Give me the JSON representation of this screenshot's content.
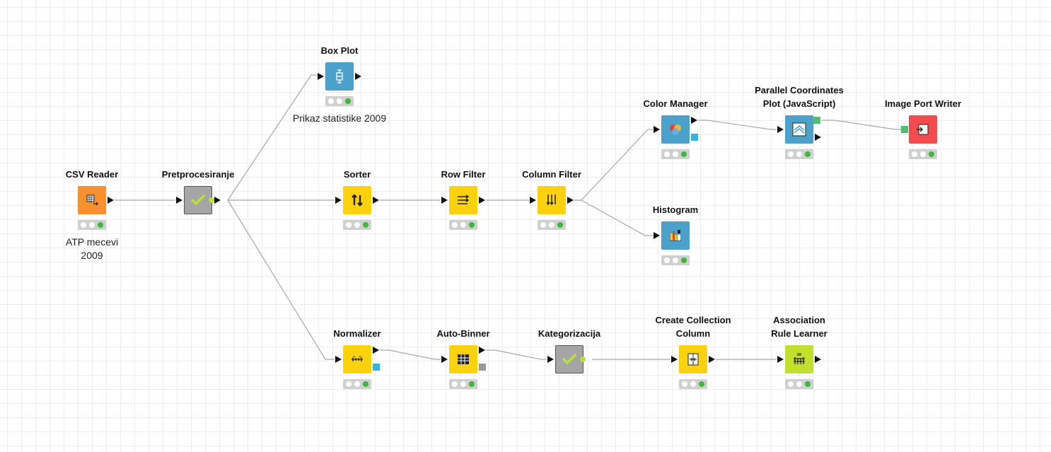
{
  "colors": {
    "canvas_bg": "#ffffff",
    "grid_line": "#ececec",
    "connection": "#a8a8a8",
    "source_orange": "#f7902f",
    "manipulator_yellow": "#fcd20e",
    "visualizer_blue": "#4ba1c9",
    "sink_red": "#f24d4c",
    "learner_lime": "#c2df2e",
    "metanode_gray": "#a5a5a5",
    "status_ok_green": "#3fb63c",
    "flow_var_green": "#4dbf73",
    "model_cyan": "#32b6dd",
    "config_gray": "#999999"
  },
  "nodes": {
    "csv_reader": {
      "title": "CSV Reader",
      "annotation": [
        "ATP mecevi",
        "2009"
      ],
      "icon": "table-reader-icon",
      "status": "executed"
    },
    "pretprocesiranje": {
      "title": "Pretprocesiranje",
      "icon": "checkmark-icon",
      "kind": "metanode"
    },
    "box_plot": {
      "title": "Box Plot",
      "annotation": [
        "Prikaz statistike 2009"
      ],
      "icon": "box-plot-icon",
      "status": "executed"
    },
    "sorter": {
      "title": "Sorter",
      "icon": "sort-arrows-icon",
      "status": "executed"
    },
    "row_filter": {
      "title": "Row Filter",
      "icon": "row-filter-icon",
      "status": "executed"
    },
    "column_filter": {
      "title": "Column Filter",
      "icon": "column-filter-icon",
      "status": "executed"
    },
    "color_manager": {
      "title": "Color Manager",
      "icon": "color-circles-icon",
      "status": "executed"
    },
    "parallel_coordinates": {
      "title": [
        "Parallel Coordinates",
        "Plot (JavaScript)"
      ],
      "icon": "parallel-coordinates-icon",
      "status": "executed"
    },
    "image_port_writer": {
      "title": "Image Port Writer",
      "icon": "image-writer-icon",
      "status": "executed"
    },
    "histogram": {
      "title": "Histogram",
      "icon": "histogram-icon",
      "status": "executed"
    },
    "normalizer": {
      "title": "Normalizer",
      "icon": "normalizer-icon",
      "status": "executed"
    },
    "auto_binner": {
      "title": "Auto-Binner",
      "icon": "binner-icon",
      "status": "executed"
    },
    "kategorizacija": {
      "title": "Kategorizacija",
      "icon": "checkmark-icon",
      "kind": "metanode"
    },
    "create_collection": {
      "title": [
        "Create Collection",
        "Column"
      ],
      "icon": "collection-icon",
      "status": "executed"
    },
    "association_rule": {
      "title": [
        "Association",
        "Rule Learner"
      ],
      "icon": "association-rule-icon",
      "status": "executed"
    }
  }
}
